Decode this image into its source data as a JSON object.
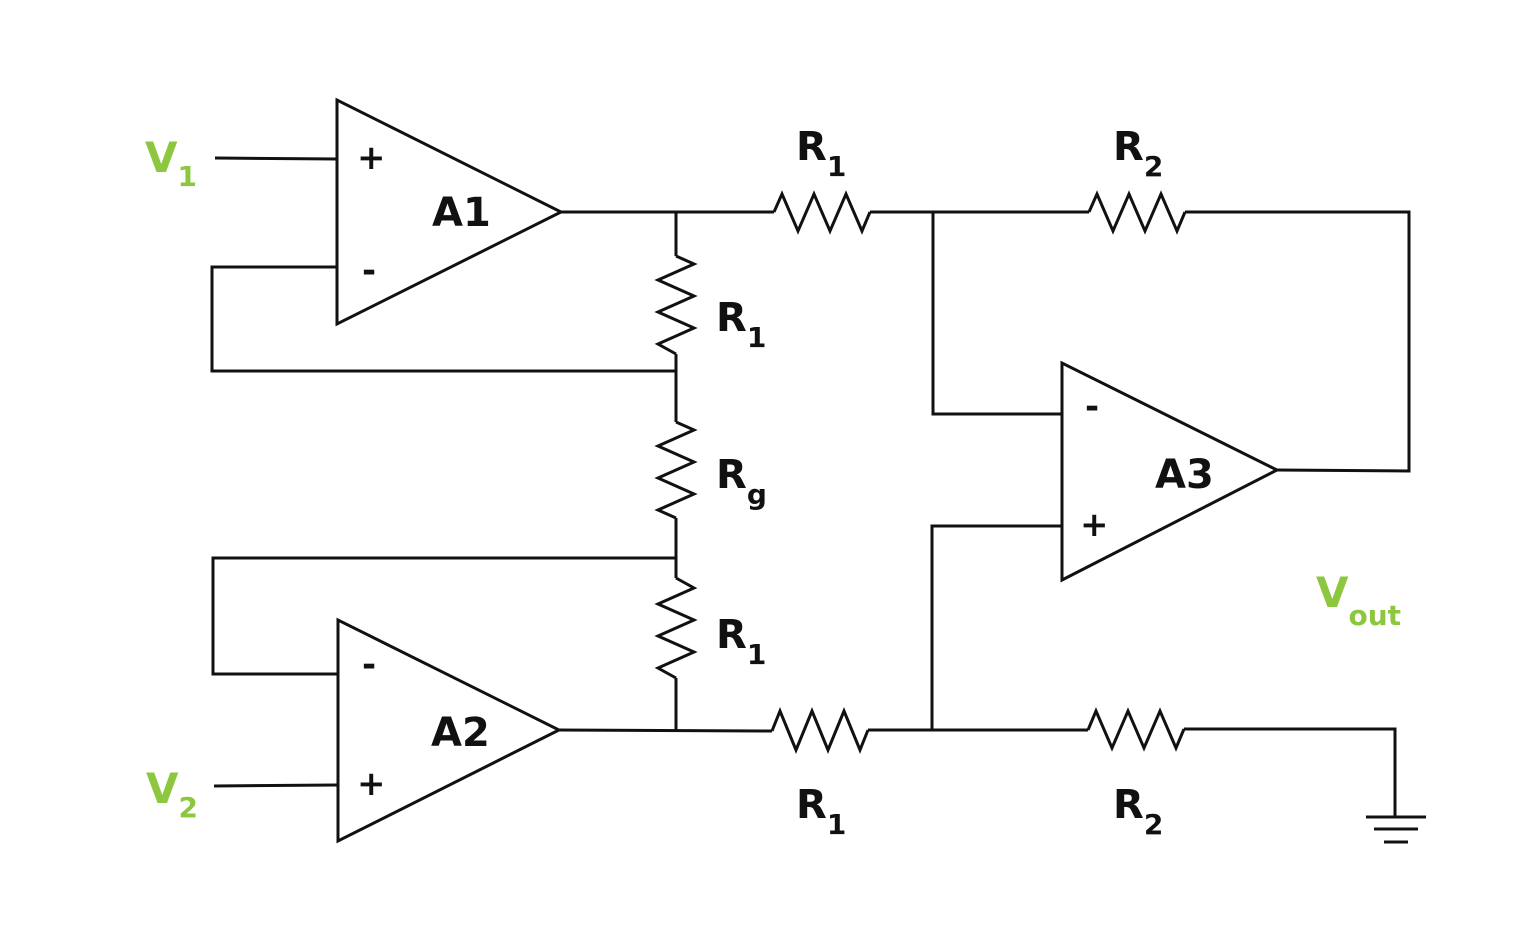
{
  "colors": {
    "wire": "#111111",
    "background": "#ffffff",
    "source_label": "#8dc63f"
  },
  "amplifiers": [
    {
      "id": "a1",
      "name": "A1",
      "plus": "+",
      "minus": "-"
    },
    {
      "id": "a2",
      "name": "A2",
      "plus": "+",
      "minus": "-"
    },
    {
      "id": "a3",
      "name": "A3",
      "plus": "+",
      "minus": "-"
    }
  ],
  "resistors": {
    "r1_top": {
      "main": "R",
      "sub": "1"
    },
    "r2_top": {
      "main": "R",
      "sub": "2"
    },
    "r1_upper_vert": {
      "main": "R",
      "sub": "1"
    },
    "rg": {
      "main": "R",
      "sub": "g"
    },
    "r1_lower_vert": {
      "main": "R",
      "sub": "1"
    },
    "r1_bottom": {
      "main": "R",
      "sub": "1"
    },
    "r2_bottom": {
      "main": "R",
      "sub": "2"
    }
  },
  "sources": {
    "v1": {
      "main": "V",
      "sub": "1"
    },
    "v2": {
      "main": "V",
      "sub": "2"
    },
    "vout": {
      "main": "V",
      "sub": "out"
    }
  },
  "ground_icon": "ground-icon"
}
